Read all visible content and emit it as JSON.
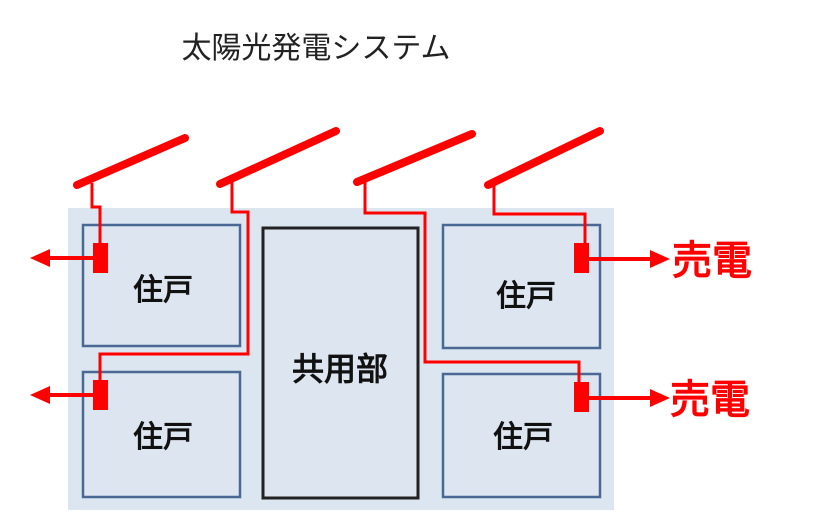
{
  "title": "太陽光発電システム",
  "units": [
    {
      "label": "住戸"
    },
    {
      "label": "住戸"
    },
    {
      "label": "住戸"
    },
    {
      "label": "住戸"
    }
  ],
  "common_area": {
    "label": "共用部"
  },
  "sell_labels": [
    "売電",
    "売電"
  ],
  "colors": {
    "line": "#ff0000",
    "building_bg": "#dce6f1",
    "unit_fill": "#dde6f0",
    "unit_border": "#4a6894",
    "common_border": "#222222",
    "sell_text": "#ff0000"
  },
  "icons": {
    "panel": "solar-panel-icon",
    "meter": "meter-icon",
    "arrow": "arrow-icon"
  }
}
